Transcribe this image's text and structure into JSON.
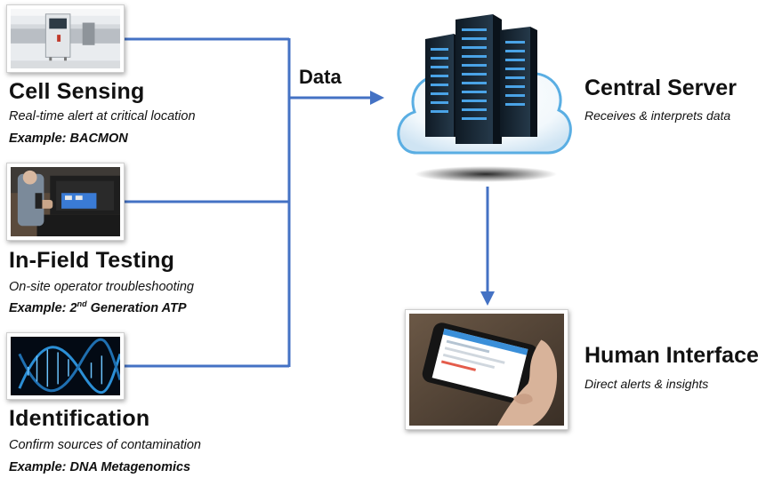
{
  "data_label": "Data",
  "sources": [
    {
      "title": "Cell Sensing",
      "subtitle": "Real-time alert at critical location",
      "example_prefix": "Example: BACMON",
      "example_sup": "",
      "example_suffix": ""
    },
    {
      "title": "In-Field Testing",
      "subtitle": "On-site operator troubleshooting",
      "example_prefix": "Example: 2",
      "example_sup": "nd",
      "example_suffix": " Generation ATP"
    },
    {
      "title": "Identification",
      "subtitle": "Confirm sources of contamination",
      "example_prefix": "Example: DNA Metagenomics",
      "example_sup": "",
      "example_suffix": ""
    }
  ],
  "server": {
    "title": "Central Server",
    "subtitle": "Receives & interprets data"
  },
  "human": {
    "title": "Human Interface",
    "subtitle": "Direct alerts & insights"
  },
  "colors": {
    "connector": "#4472c4",
    "cloud_edge": "#5aaee3",
    "dna": "#2b8fd6"
  }
}
